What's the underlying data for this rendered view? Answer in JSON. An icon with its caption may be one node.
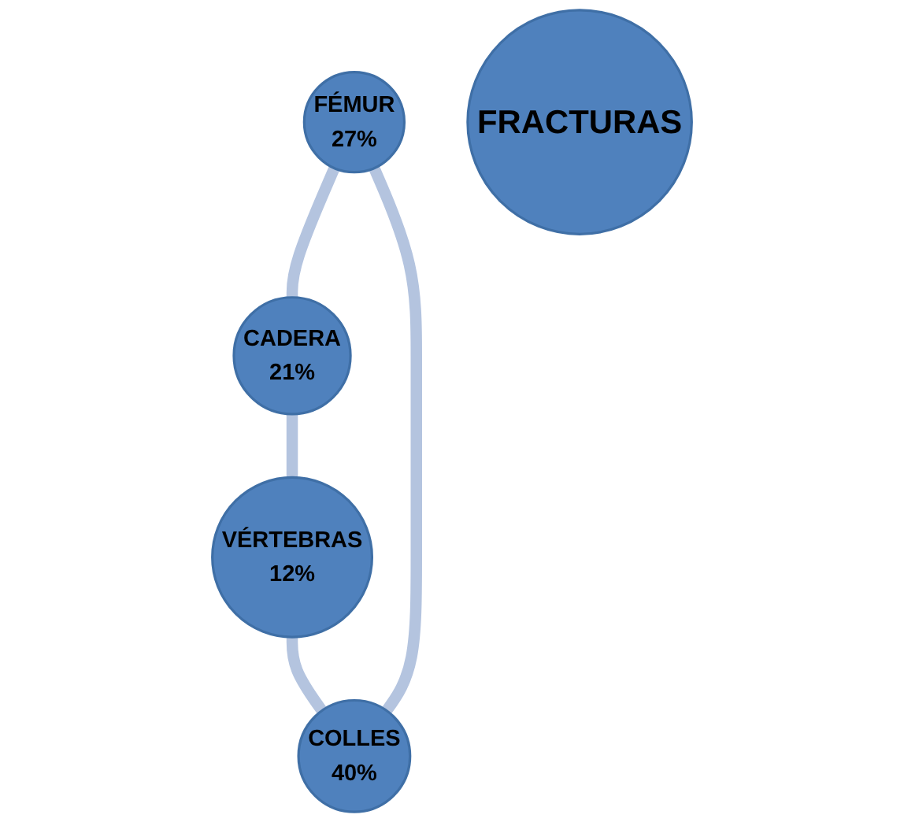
{
  "diagram": {
    "nodes": [
      {
        "text": [
          "FÉMUR",
          "27%"
        ]
      },
      {
        "text": [
          "COLLES",
          "40%"
        ]
      },
      {
        "text": [
          "FRACTURAS"
        ]
      },
      {
        "text": [
          "CADERA",
          "21%"
        ]
      },
      {
        "text": [
          "VÉRTEBRAS",
          "12%"
        ]
      }
    ],
    "edges": [
      {
        "from": 0,
        "to": 3,
        "arrow": "none"
      },
      {
        "from": 3,
        "to": 4,
        "arrow": "none"
      },
      {
        "from": 4,
        "to": 1,
        "arrow": "none"
      },
      {
        "from": 1,
        "to": 0,
        "arrow": "none"
      }
    ]
  }
}
